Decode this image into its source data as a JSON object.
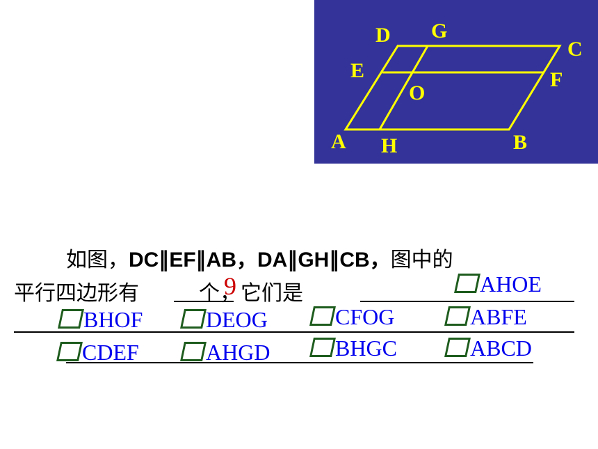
{
  "figure": {
    "points": {
      "A": "A",
      "B": "B",
      "C": "C",
      "D": "D",
      "E": "E",
      "F": "F",
      "G": "G",
      "H": "H",
      "O": "O"
    },
    "background": "#333399",
    "line_color": "#ffff00"
  },
  "problem": {
    "line1_prefix": "如图，",
    "line1_cond": "DC∥EF∥AB，DA∥GH∥CB，",
    "line1_suffix": "图中的",
    "line2_prefix": "平行四边形有",
    "line2_mid": "个，它们是",
    "answer_count": "9"
  },
  "answers": [
    {
      "symbol": "parallelogram",
      "label": "AHOE"
    },
    {
      "symbol": "parallelogram",
      "label": "BHOF"
    },
    {
      "symbol": "parallelogram",
      "label": "DEOG"
    },
    {
      "symbol": "parallelogram",
      "label": "CFOG"
    },
    {
      "symbol": "parallelogram",
      "label": "ABFE"
    },
    {
      "symbol": "parallelogram",
      "label": "CDEF"
    },
    {
      "symbol": "parallelogram",
      "label": "AHGD"
    },
    {
      "symbol": "parallelogram",
      "label": "BHGC"
    },
    {
      "symbol": "parallelogram",
      "label": "ABCD"
    }
  ],
  "colors": {
    "answer_text": "#0000ee",
    "answer_count": "#cc0000",
    "symbol": "#1e5c1e"
  }
}
